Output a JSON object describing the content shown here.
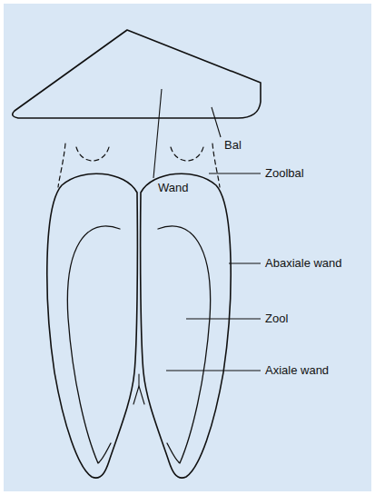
{
  "diagram": {
    "labels": [
      "Bal",
      "Wand",
      "Zoolbal",
      "Abaxiale wand",
      "Zool",
      "Axiale wand"
    ]
  }
}
